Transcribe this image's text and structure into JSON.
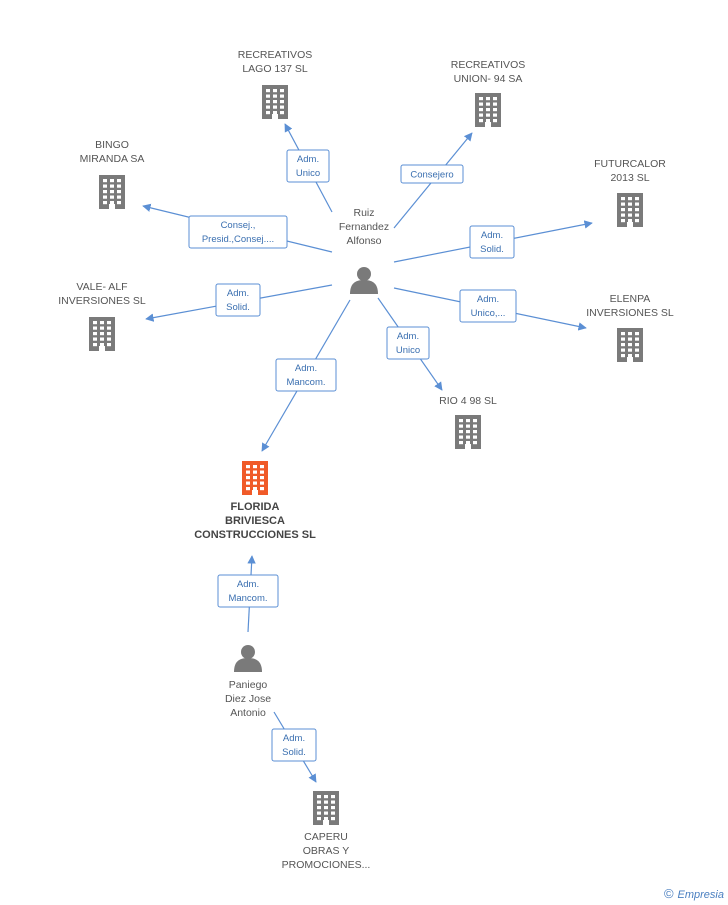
{
  "colors": {
    "edge": "#5b8fd4",
    "edge_text": "#3a6fb0",
    "company_icon": "#7a7a7a",
    "main_company_icon": "#f05a28",
    "person_icon": "#7a7a7a",
    "label_text": "#555555"
  },
  "nodes": [
    {
      "id": "ruiz",
      "type": "person",
      "icon": "person-icon",
      "label": [
        "Ruiz",
        "Fernandez",
        "Alfonso"
      ]
    },
    {
      "id": "paniego",
      "type": "person",
      "icon": "person-icon",
      "label": [
        "Paniego",
        "Diez Jose",
        "Antonio"
      ]
    },
    {
      "id": "florida",
      "type": "main-company",
      "icon": "building-icon",
      "label": [
        "FLORIDA",
        "BRIVIESCA",
        "CONSTRUCCIONES SL"
      ]
    },
    {
      "id": "lago",
      "type": "company",
      "icon": "building-icon",
      "label": [
        "RECREATIVOS",
        "LAGO 137  SL"
      ]
    },
    {
      "id": "union",
      "type": "company",
      "icon": "building-icon",
      "label": [
        "RECREATIVOS",
        "UNION- 94 SA"
      ]
    },
    {
      "id": "bingo",
      "type": "company",
      "icon": "building-icon",
      "label": [
        "BINGO",
        "MIRANDA SA"
      ]
    },
    {
      "id": "futurcalor",
      "type": "company",
      "icon": "building-icon",
      "label": [
        "FUTURCALOR",
        "2013  SL"
      ]
    },
    {
      "id": "valealf",
      "type": "company",
      "icon": "building-icon",
      "label": [
        "VALE- ALF",
        "INVERSIONES SL"
      ]
    },
    {
      "id": "elenpa",
      "type": "company",
      "icon": "building-icon",
      "label": [
        "ELENPA",
        "INVERSIONES SL"
      ]
    },
    {
      "id": "rio",
      "type": "company",
      "icon": "building-icon",
      "label": [
        "RIO 4 98  SL"
      ]
    },
    {
      "id": "caperu",
      "type": "company",
      "icon": "building-icon",
      "label": [
        "CAPERU",
        "OBRAS Y",
        "PROMOCIONES..."
      ]
    }
  ],
  "edges": [
    {
      "from": "ruiz",
      "to": "lago",
      "label": [
        "Adm.",
        "Unico"
      ]
    },
    {
      "from": "ruiz",
      "to": "union",
      "label": [
        "Consejero"
      ]
    },
    {
      "from": "ruiz",
      "to": "bingo",
      "label": [
        "Consej.,",
        "Presid.,Consej...."
      ]
    },
    {
      "from": "ruiz",
      "to": "futurcalor",
      "label": [
        "Adm.",
        "Solid."
      ]
    },
    {
      "from": "ruiz",
      "to": "valealf",
      "label": [
        "Adm.",
        "Solid."
      ]
    },
    {
      "from": "ruiz",
      "to": "elenpa",
      "label": [
        "Adm.",
        "Unico,..."
      ]
    },
    {
      "from": "ruiz",
      "to": "rio",
      "label": [
        "Adm.",
        "Unico"
      ]
    },
    {
      "from": "ruiz",
      "to": "florida",
      "label": [
        "Adm.",
        "Mancom."
      ]
    },
    {
      "from": "paniego",
      "to": "florida",
      "label": [
        "Adm.",
        "Mancom."
      ]
    },
    {
      "from": "paniego",
      "to": "caperu",
      "label": [
        "Adm.",
        "Solid."
      ]
    }
  ],
  "footer": {
    "copyright": "©",
    "brand": "Empresia"
  }
}
